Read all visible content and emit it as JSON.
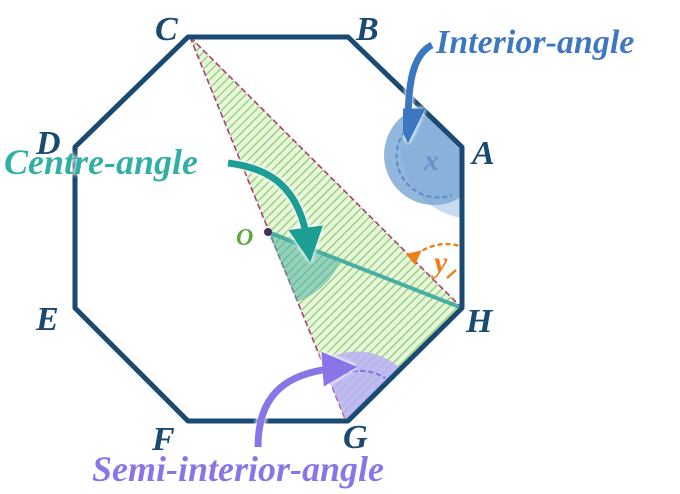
{
  "vertices": {
    "A": "A",
    "B": "B",
    "C": "C",
    "D": "D",
    "E": "E",
    "F": "F",
    "G": "G",
    "H": "H"
  },
  "center_label": "O",
  "angle_symbols": {
    "x": "x",
    "y": "y"
  },
  "annotations": {
    "interior": "Interior-angle",
    "centre": "Centre-angle",
    "semi_interior": "Semi-interior-angle"
  },
  "colors": {
    "octagon": "#1a4a72",
    "vertex_label": "#1a4a72",
    "interior_fill": "#7fa9d6",
    "interior_text": "#3a78c0",
    "centre_arc": "#3aa89e",
    "centre_text": "#2fb0a4",
    "semi_fill": "#b8b0f5",
    "semi_text": "#8a74e8",
    "y_color": "#ef7d18",
    "hatch": "#8fcf6f",
    "triangle_edge": "#b03a7c",
    "o_label": "#5aab3c"
  }
}
